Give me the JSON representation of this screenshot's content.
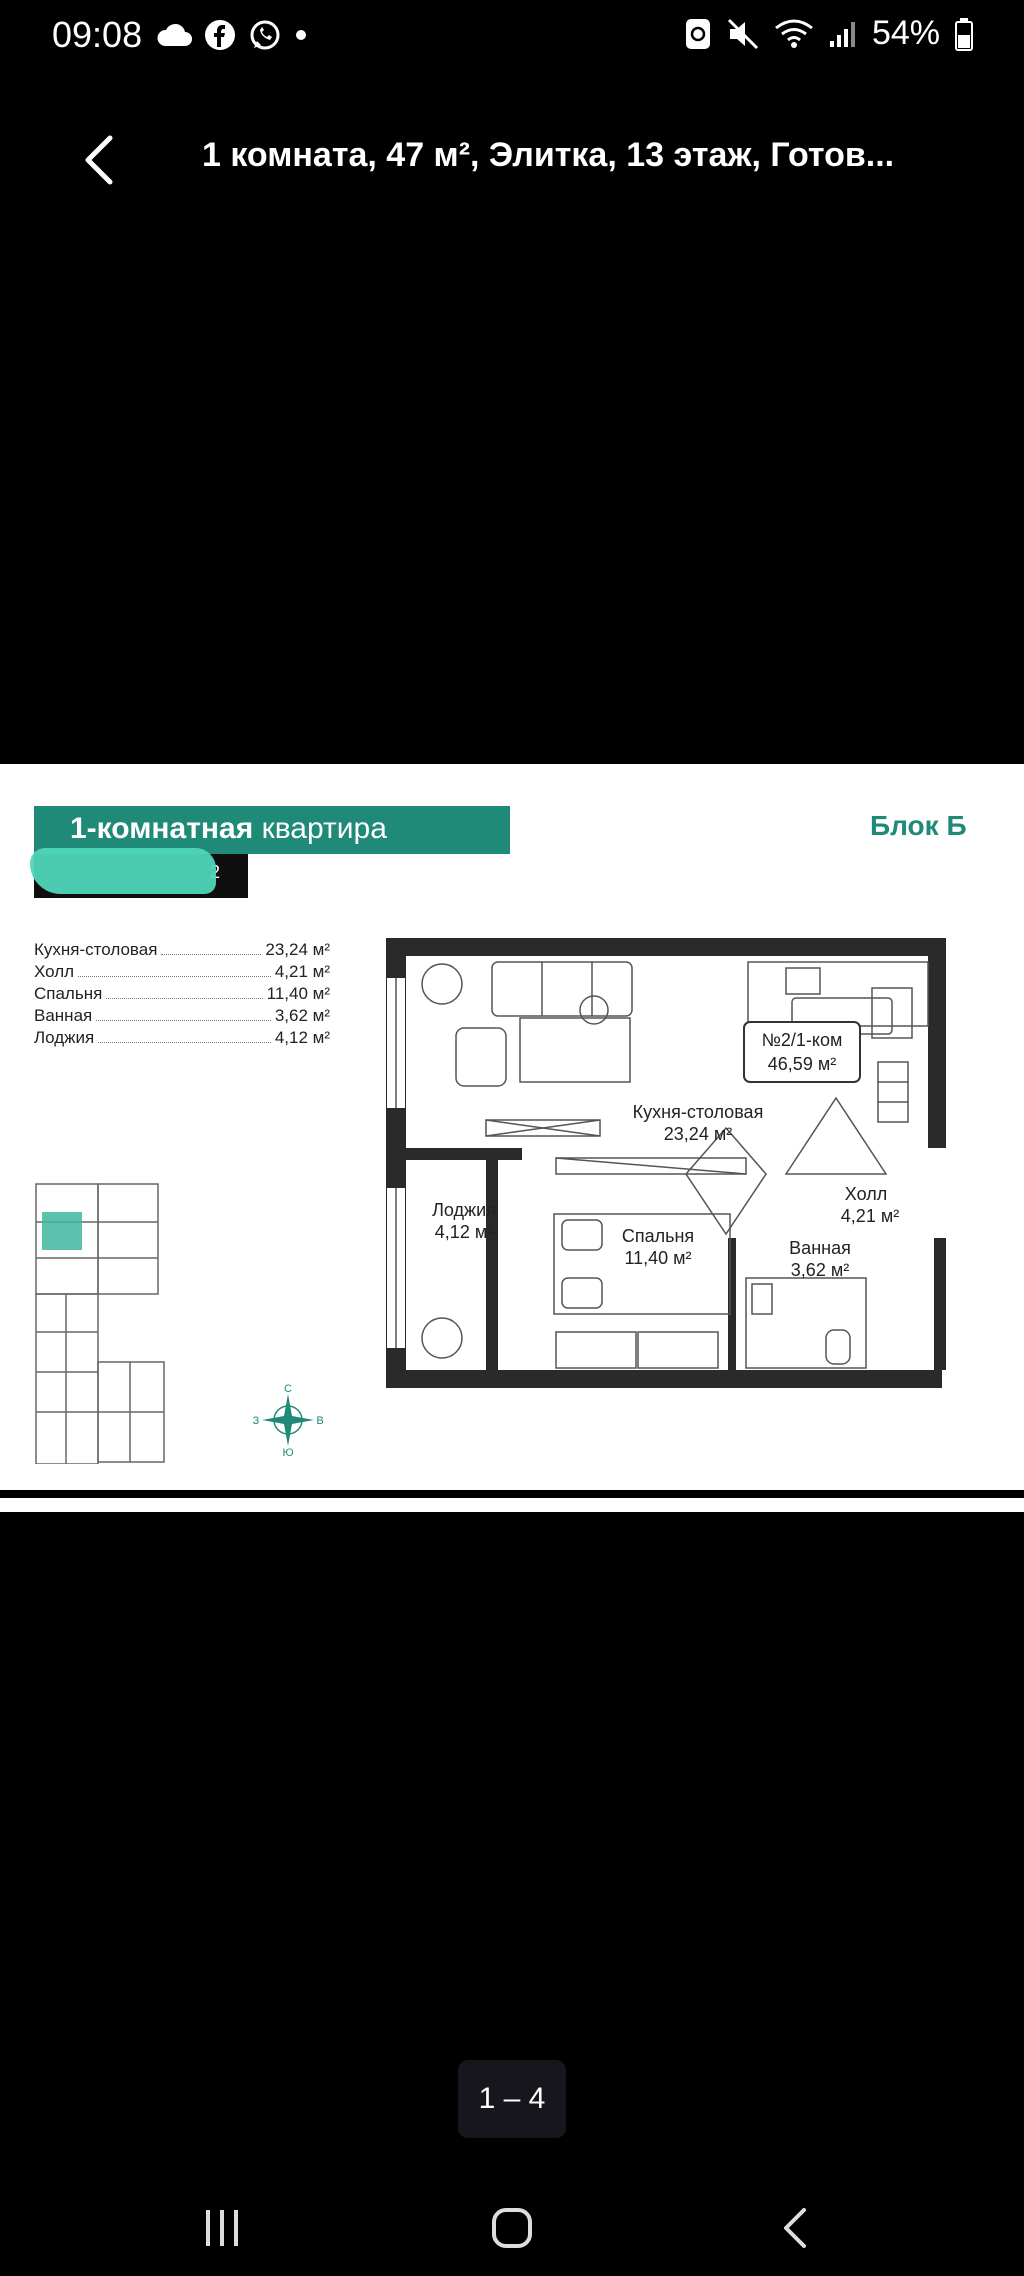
{
  "status_bar": {
    "time": "09:08",
    "left_icons": [
      "cloud-icon",
      "facebook-icon",
      "whatsapp-icon",
      "dot-icon"
    ],
    "right_icons": [
      "recycle-icon",
      "mute-icon",
      "wifi-icon",
      "signal-icon"
    ],
    "battery": "54%"
  },
  "top_bar": {
    "back_icon": "chevron-left-icon",
    "title": "1 комната, 47 м², Элитка, 13 этаж, Готов..."
  },
  "plan": {
    "header_bold": "1-комнатная",
    "header_rest": " квартира",
    "sub_label": "2",
    "block": "Блок Б",
    "rooms": [
      {
        "name": "Кухня-столовая",
        "area": "23,24 м²"
      },
      {
        "name": "Холл",
        "area": "4,21 м²"
      },
      {
        "name": "Спальня",
        "area": "11,40 м²"
      },
      {
        "name": "Ванная",
        "area": "3,62 м²"
      },
      {
        "name": "Лоджия",
        "area": "4,12 м²"
      }
    ],
    "unit_badge": {
      "line1": "№2/1-ком",
      "line2": "46,59 м²"
    },
    "labels": {
      "kitchen": "Кухня-столовая",
      "kitchen_area": "23,24 м²",
      "hall": "Холл",
      "hall_area": "4,21 м²",
      "bedroom": "Спальня",
      "bedroom_area": "11,40 м²",
      "bath": "Ванная",
      "bath_area": "3,62 м²",
      "loggia": "Лоджия",
      "loggia_area": "4,12 м²"
    },
    "compass": {
      "n": "С",
      "s": "Ю",
      "w": "З",
      "e": "В"
    },
    "accent": "#1f8a78",
    "mark": "#4fd6b8"
  },
  "pager": {
    "text": "1 – 4"
  },
  "nav": {
    "recent_icon": "recent-apps-icon",
    "home_icon": "home-icon",
    "back_icon": "back-icon"
  }
}
